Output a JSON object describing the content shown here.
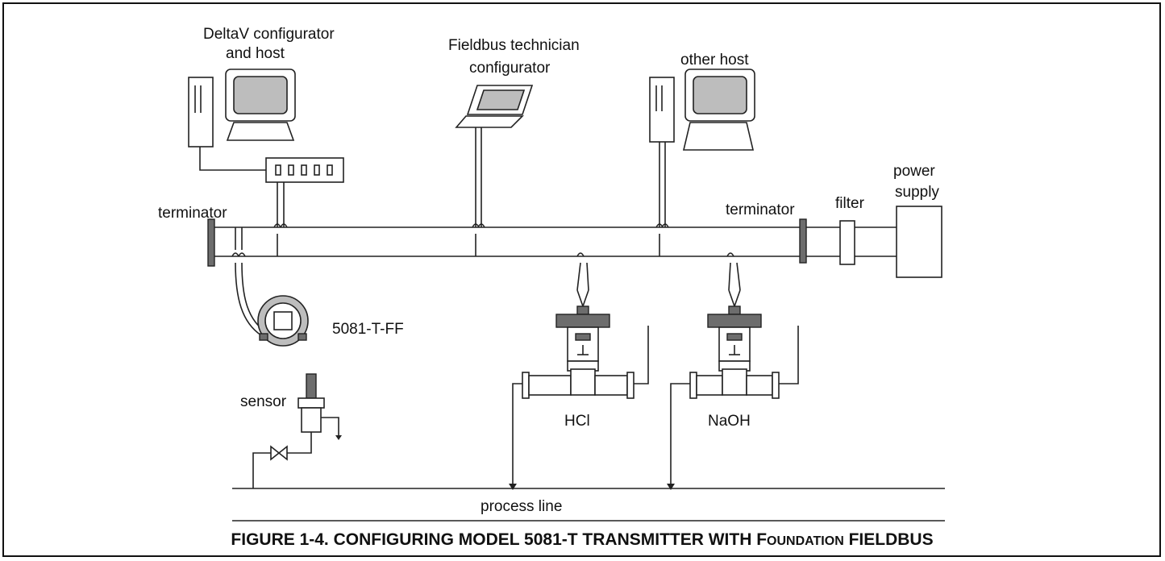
{
  "labels": {
    "deltav_line1": "DeltaV configurator",
    "deltav_line2": "and host",
    "technician_line1": "Fieldbus technician",
    "technician_line2": "configurator",
    "other_host": "other host",
    "power_line1": "power",
    "power_line2": "supply",
    "terminator_left": "terminator",
    "terminator_right": "terminator",
    "filter": "filter",
    "transmitter": "5081-T-FF",
    "sensor": "sensor",
    "hcl": "HCl",
    "naoh": "NaOH",
    "process_line": "process line"
  },
  "caption": {
    "part1": "FIGURE 1-4. CONFIGURING MODEL 5081-T TRANSMITTER WITH F",
    "part2": "OUNDATION",
    "part3": " FIELDBUS"
  }
}
